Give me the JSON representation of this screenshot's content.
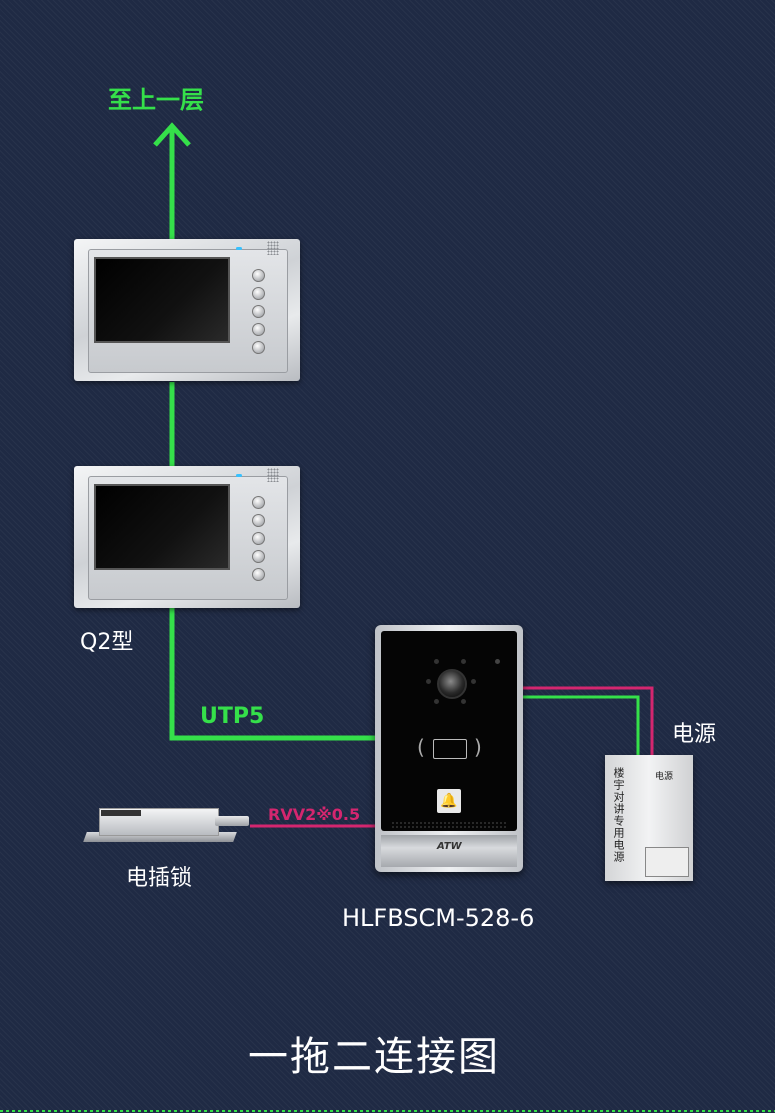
{
  "top_label": "至上一层",
  "monitor_model": "Q2型",
  "cable_utp": "UTP5",
  "cable_rvv": "RVV2※0.5",
  "power_label": "电源",
  "lock_label": "电插锁",
  "door_station_model": "HLFBSCM-528-6",
  "door_station_brand": "ATW",
  "psu_text": "楼宇对讲专用电源",
  "psu_header": "电源",
  "bottom_title": "一拖二连接图",
  "colors": {
    "background": "#1f2a44",
    "data_wire": "#35e04a",
    "power_wire": "#d4266f"
  }
}
